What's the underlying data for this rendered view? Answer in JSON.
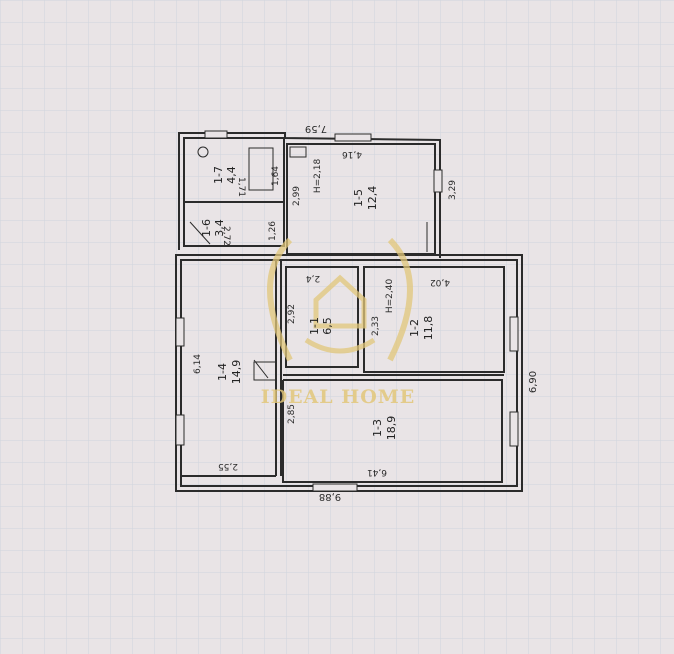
{
  "plan": {
    "dims": {
      "top_width": "7,59",
      "kitchen_inner": "4,16",
      "kitchen_height": "3,29",
      "kitchen_side": "2,99",
      "kitchen_mark": "H=2,18",
      "wc_width": "1,64",
      "bath_width": "2,72",
      "wc_small": "1,71",
      "bath_side": "1,26",
      "hall_top": "2,4",
      "hall_side": "2,92",
      "hall_inner": "2,33",
      "room12_mark": "H=2,40",
      "room12_width": "4,02",
      "room14_height": "6,14",
      "room14_width": "2,55",
      "room13_side": "2,85",
      "room13_width": "6,41",
      "right_total": "6,90",
      "bottom_total": "9,88"
    },
    "rooms": [
      {
        "id": "1-7",
        "area": "4,4"
      },
      {
        "id": "1-6",
        "area": "3,4"
      },
      {
        "id": "1-5",
        "area": "12,4"
      },
      {
        "id": "1-1",
        "area": "6,5"
      },
      {
        "id": "1-2",
        "area": "11,8"
      },
      {
        "id": "1-4",
        "area": "14,9"
      },
      {
        "id": "1-3",
        "area": "18,9"
      }
    ]
  },
  "watermark": {
    "text": "IDEAL HOME",
    "color": "#e2c77a"
  },
  "colors": {
    "paper": "#e9e4e6",
    "grid": "#cfd5dd",
    "wall": "#2b2b2b"
  }
}
